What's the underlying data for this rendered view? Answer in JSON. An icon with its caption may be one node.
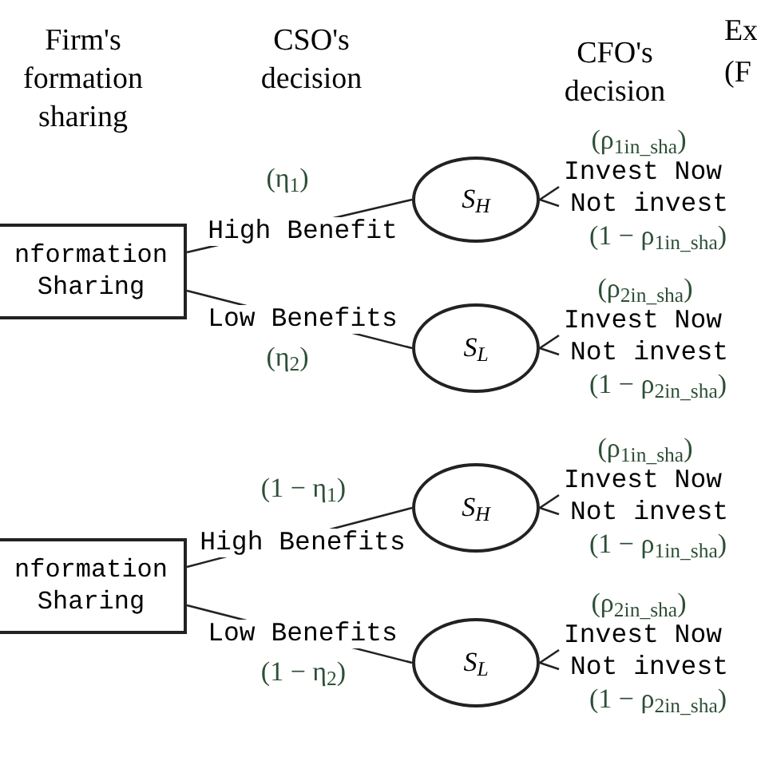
{
  "diagram": {
    "nodes": [
      {
        "text": [
          "nformation Sharing"
        ]
      },
      {
        "text": [
          "S$_{H}$"
        ]
      },
      {
        "text": [
          "S$_{L}$"
        ]
      },
      {
        "text": [
          "nformation Sharing"
        ]
      },
      {
        "text": [
          "S$_{H}$"
        ]
      },
      {
        "text": [
          "S$_{L}$"
        ]
      }
    ],
    "edges": [
      {
        "from": 0,
        "to": 1,
        "arrow": "none",
        "label": "High Benefit"
      },
      {
        "from": 0,
        "to": 2,
        "arrow": "none",
        "label": "Low Benefits"
      },
      {
        "from": 3,
        "to": 4,
        "arrow": "none",
        "label": "High Benefits"
      },
      {
        "from": 3,
        "to": 5,
        "arrow": "none",
        "label": "Low Benefits"
      },
      {
        "from": 1,
        "to": null,
        "arrow": "none",
        "label": "Invest Now"
      },
      {
        "from": 1,
        "to": null,
        "arrow": "none",
        "label": "Not invest"
      },
      {
        "from": 2,
        "to": null,
        "arrow": "none",
        "label": "Invest Now"
      },
      {
        "from": 2,
        "to": null,
        "arrow": "none",
        "label": "Not invest"
      },
      {
        "from": 4,
        "to": null,
        "arrow": "none",
        "label": "Invest Now"
      },
      {
        "from": 4,
        "to": null,
        "arrow": "none",
        "label": "Not invest"
      },
      {
        "from": 5,
        "to": null,
        "arrow": "none",
        "label": "Invest Now"
      },
      {
        "from": 5,
        "to": null,
        "arrow": "none",
        "label": "Not invest"
      }
    ],
    "labels": [
      "Firm's formation sharing",
      "CSO's decision",
      "CFO's decision",
      "Ex",
      "(F",
      "(η$_{1}$)",
      "(ρ$_{1in_sha}$)",
      "(1 − ρ$_{1in_sha}$)",
      "(ρ$_{2in_sha}$)",
      "(η$_{2}$)",
      "(1 − ρ$_{2in_sha}$)",
      "(ρ$_{1in_sha}$)",
      "(1 − η$_{1}$)",
      "(1 − ρ$_{1in_sha}$)",
      "(ρ$_{2in_sha}$)",
      "(1 − ρ$_{2in_sha}$)",
      "(1 − η$_{2}$)"
    ]
  }
}
